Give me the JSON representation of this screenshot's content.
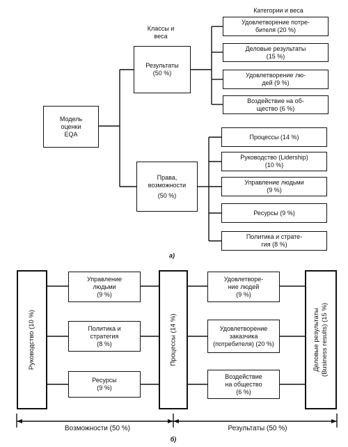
{
  "diagram_a": {
    "header_classes": [
      "Классы и",
      "веса"
    ],
    "header_categories": "Категории и веса",
    "root": [
      "Модель",
      "оценки",
      "EQA"
    ],
    "class_results": [
      "Результаты",
      "(50 %)"
    ],
    "class_enablers": [
      "Права,",
      "возможности",
      "(50 %)"
    ],
    "results_categories": [
      [
        "Удовлетворение потре-",
        "бителя (20 %)"
      ],
      [
        "Деловые результаты",
        "(15 %)"
      ],
      [
        "Удовлетворение лю-",
        "дей (9 %)"
      ],
      [
        "Воздействие на об-",
        "щество (6 %)"
      ]
    ],
    "enabler_categories": [
      [
        "Процессы (14 %)"
      ],
      [
        "Руководство (Lidership)",
        "(10 %)"
      ],
      [
        "Управление людьми",
        "(9 %)"
      ],
      [
        "Ресурсы (9 %)"
      ],
      [
        "Политика и страте-",
        "гия (8 %)"
      ]
    ],
    "caption": "а)"
  },
  "diagram_b": {
    "leadership": "Руководство (10 %)",
    "enablers": [
      [
        "Управление",
        "людьми",
        "(9 %)"
      ],
      [
        "Политика и",
        "стратегия",
        "(8 %)"
      ],
      [
        "Ресурсы",
        "(9 %)"
      ]
    ],
    "processes": "Процессы (14 %)",
    "results": [
      [
        "Удовлетворе-",
        "ние людей",
        "(9 %)"
      ],
      [
        "Удовлетворение",
        "заказчика",
        "(потребителя) (20 %)"
      ],
      [
        "Воздействие",
        "на общество",
        "(6 %)"
      ]
    ],
    "business_results": [
      "Деловые результаты",
      "(Business results) (15 %)"
    ],
    "axis_enablers": "Возможности (50 %)",
    "axis_results": "Результаты (50 %)",
    "caption": "б)"
  }
}
